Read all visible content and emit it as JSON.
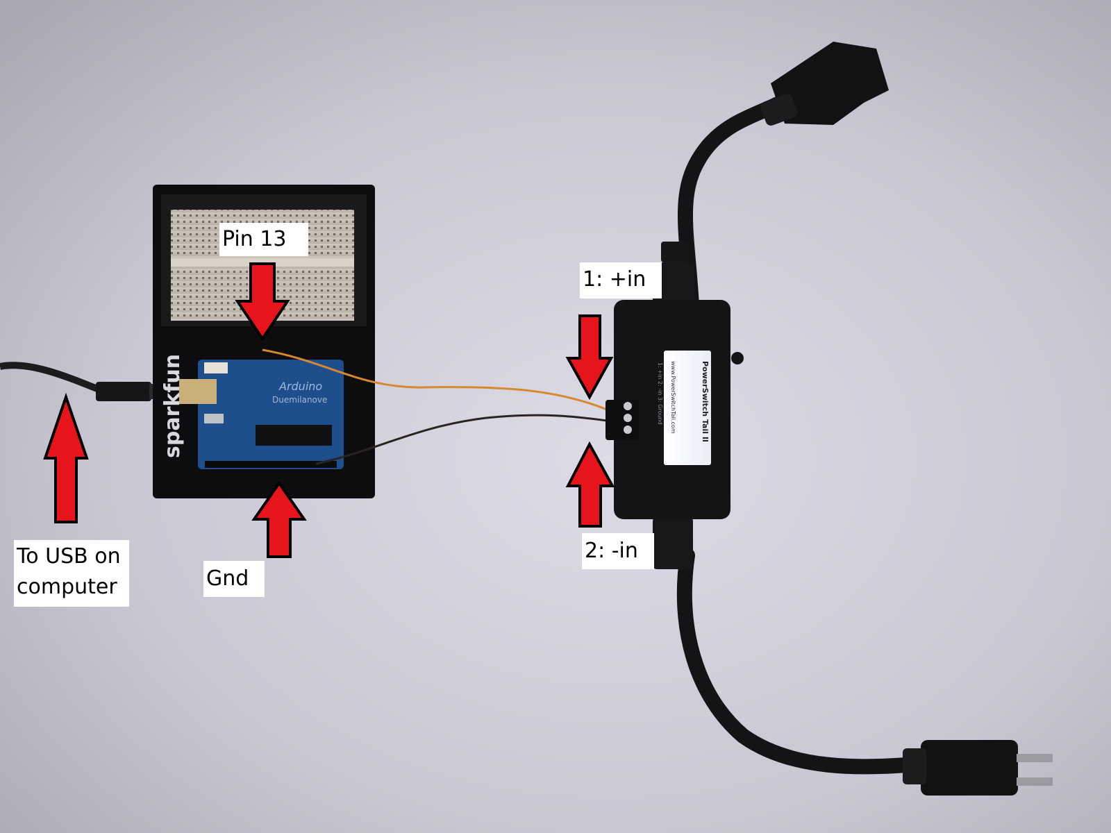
{
  "annotations": {
    "pin13": "Pin 13",
    "plus_in": "1: +in",
    "minus_in": "2: -in",
    "gnd": "Gnd",
    "usb": "To USB on computer"
  },
  "device_print": {
    "brand": "sparkfun",
    "arduino": "Arduino",
    "board_model": "Duemilanove",
    "tail_title": "PowerSwitch Tail II",
    "tail_url": "www.PowerSwitchTail.com",
    "terminals": "1: +in  2: -in  3: Ground"
  },
  "colors": {
    "background": "#c9c8d3",
    "arrow": "#e8141c",
    "arrow_outline": "#000000",
    "board": "#1e4f8c",
    "tray": "#0d0d0f",
    "wire_signal": "#d7892f",
    "wire_ground": "#2a2420"
  },
  "icons": [
    "arrow-down-icon",
    "arrow-up-icon"
  ]
}
